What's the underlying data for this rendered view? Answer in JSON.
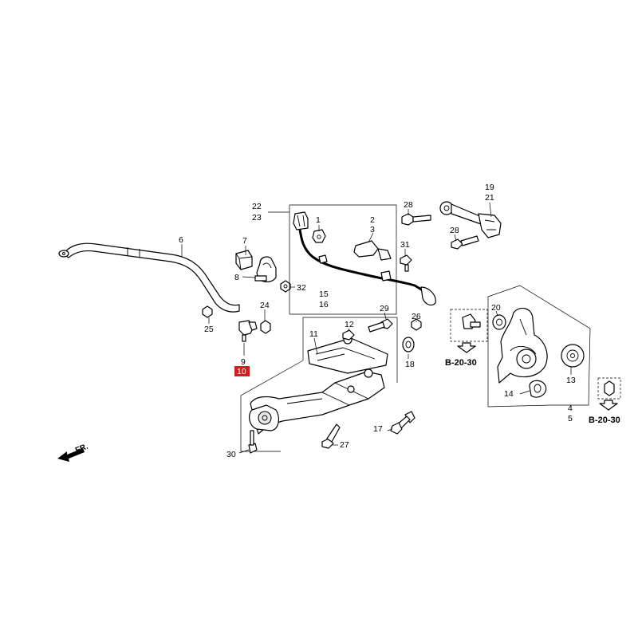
{
  "callouts": {
    "c1": "1",
    "c2": "2",
    "c3": "3",
    "c4": "4",
    "c5": "5",
    "c6": "6",
    "c7": "7",
    "c8": "8",
    "c9": "9",
    "c10": "10",
    "c11": "11",
    "c12": "12",
    "c13": "13",
    "c14": "14",
    "c15": "15",
    "c16": "16",
    "c17": "17",
    "c18": "18",
    "c19": "19",
    "c20": "20",
    "c21": "21",
    "c22": "22",
    "c23": "23",
    "c24": "24",
    "c25": "25",
    "c26": "26",
    "c27": "27",
    "c28a": "28",
    "c28b": "28",
    "c29": "29",
    "c30": "30",
    "c31": "31",
    "c32": "32"
  },
  "references": {
    "ref_left": "B-20-30",
    "ref_right": "B-20-30"
  },
  "direction": {
    "label": "FR."
  },
  "colors": {
    "highlight": "#cc1f1f",
    "line": "#000000",
    "shade": "#e6e6e6"
  }
}
